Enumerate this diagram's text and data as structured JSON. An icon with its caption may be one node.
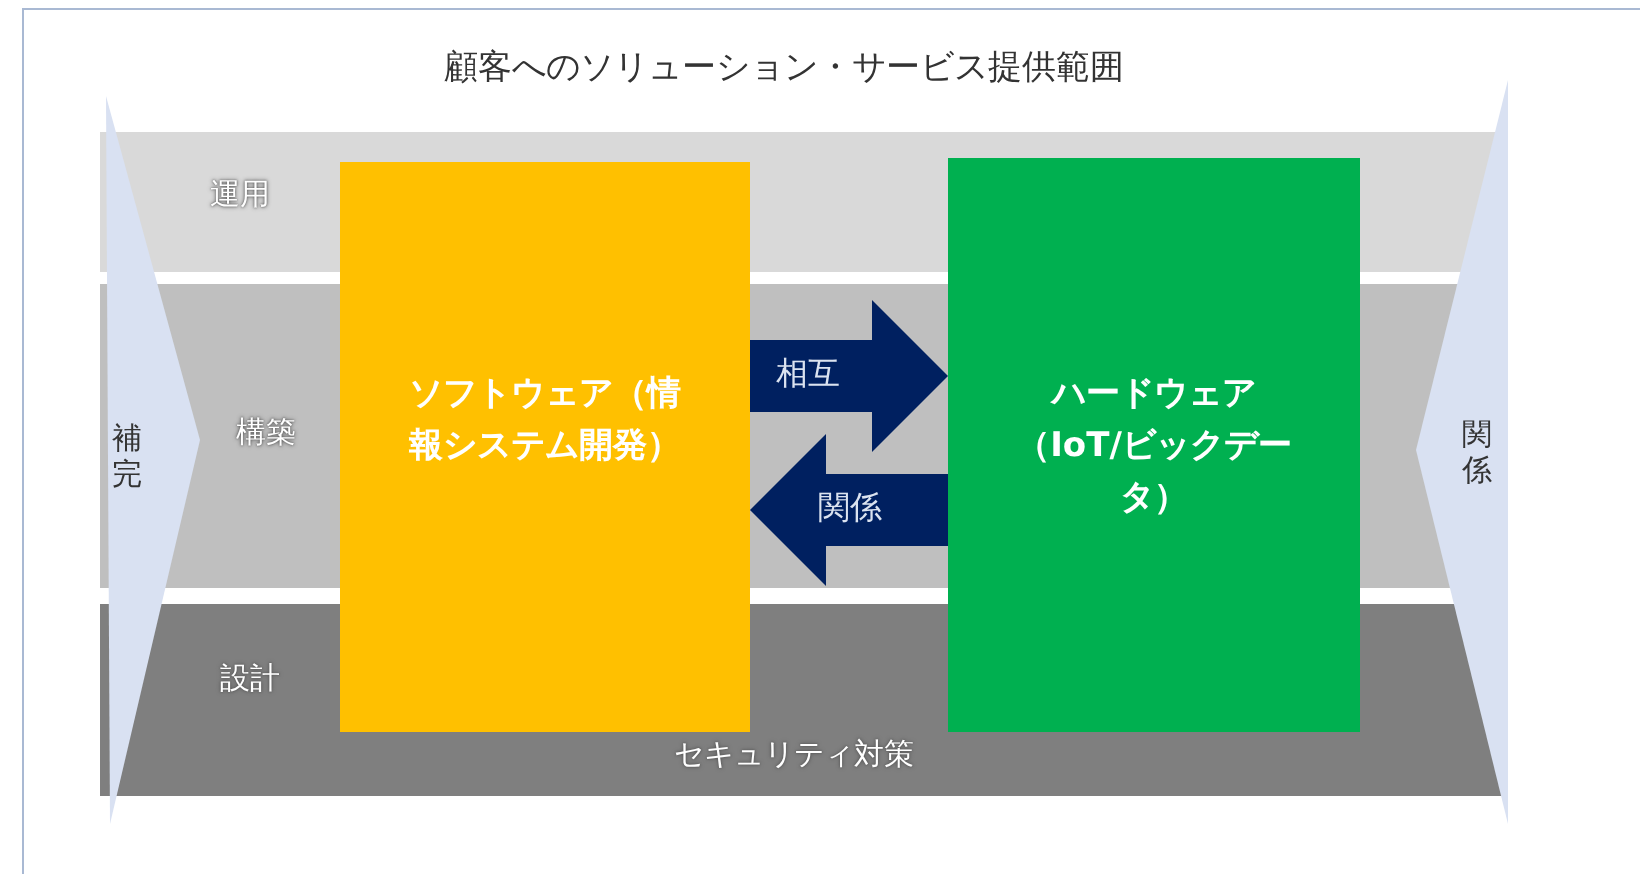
{
  "diagram": {
    "title": "顧客へのソリューション・サービス提供範囲",
    "nodes": [
      {
        "text": [
          "補完"
        ]
      },
      {
        "text": [
          "関係"
        ]
      },
      {
        "text": [
          "ソフトウェア（情報システム開発）"
        ]
      },
      {
        "text": [
          "ハードウェア（IoT/ビックデータ）"
        ]
      }
    ],
    "edges": [
      {
        "from": 2,
        "to": 3,
        "arrow": "to",
        "label": "相互"
      },
      {
        "from": 3,
        "to": 2,
        "arrow": "to",
        "label": "関係"
      }
    ],
    "labels": [
      "運用",
      "構築",
      "設計",
      "セキュリティ対策"
    ]
  }
}
